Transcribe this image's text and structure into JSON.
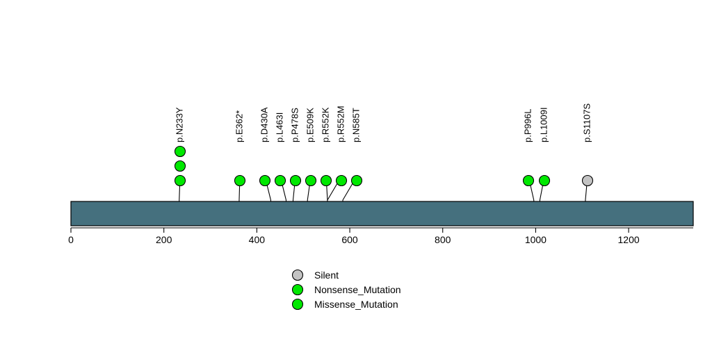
{
  "chart_data": {
    "type": "lollipop",
    "title": "",
    "subtitle": "",
    "xlabel": "",
    "ylabel": "",
    "xlim": [
      0,
      1339
    ],
    "grid": false,
    "protein_length": 1339,
    "axis": {
      "ticks": [
        0,
        200,
        400,
        600,
        800,
        1000,
        1200
      ],
      "tick_labels": [
        "0",
        "200",
        "400",
        "600",
        "800",
        "1000",
        "1200"
      ]
    },
    "domain_bar": {
      "start": 0,
      "end": 1339,
      "color": "#45707E",
      "border_color": "#000000"
    },
    "legend": {
      "position": "bottom-center",
      "entries": [
        {
          "label": "Silent",
          "color": "#C3C3C3"
        },
        {
          "label": "Nonsense_Mutation",
          "color": "#00E800"
        },
        {
          "label": "Missense_Mutation",
          "color": "#00E800"
        }
      ]
    },
    "mutations": [
      {
        "label": "p.N233Y",
        "position": 233,
        "count": 3,
        "type": "Missense_Mutation",
        "color": "#00E800"
      },
      {
        "label": "p.E362*",
        "position": 362,
        "count": 1,
        "type": "Nonsense_Mutation",
        "color": "#00E800"
      },
      {
        "label": "p.D430A",
        "position": 430,
        "count": 1,
        "type": "Missense_Mutation",
        "color": "#00E800"
      },
      {
        "label": "p.L463I",
        "position": 463,
        "count": 1,
        "type": "Missense_Mutation",
        "color": "#00E800"
      },
      {
        "label": "p.P478S",
        "position": 478,
        "count": 1,
        "type": "Missense_Mutation",
        "color": "#00E800"
      },
      {
        "label": "p.E509K",
        "position": 509,
        "count": 1,
        "type": "Missense_Mutation",
        "color": "#00E800"
      },
      {
        "label": "p.R552K",
        "position": 552,
        "count": 1,
        "type": "Missense_Mutation",
        "color": "#00E800"
      },
      {
        "label": "p.R552M",
        "position": 552,
        "count": 1,
        "type": "Missense_Mutation",
        "color": "#00E800"
      },
      {
        "label": "p.N585T",
        "position": 585,
        "count": 1,
        "type": "Missense_Mutation",
        "color": "#00E800"
      },
      {
        "label": "p.P996L",
        "position": 996,
        "count": 1,
        "type": "Missense_Mutation",
        "color": "#00E800"
      },
      {
        "label": "p.L1009I",
        "position": 1009,
        "count": 1,
        "type": "Missense_Mutation",
        "color": "#00E800"
      },
      {
        "label": "p.S1107S",
        "position": 1107,
        "count": 1,
        "type": "Silent",
        "color": "#C3C3C3"
      }
    ],
    "marker_pixel_x": [
      259,
      345,
      381,
      403,
      425,
      447,
      469,
      491,
      513,
      760,
      783,
      845
    ]
  },
  "colors": {
    "missense": "#00E800",
    "nonsense": "#00E800",
    "silent": "#C3C3C3",
    "bar": "#45707E",
    "outline": "#000000",
    "background": "#FFFFFF"
  }
}
